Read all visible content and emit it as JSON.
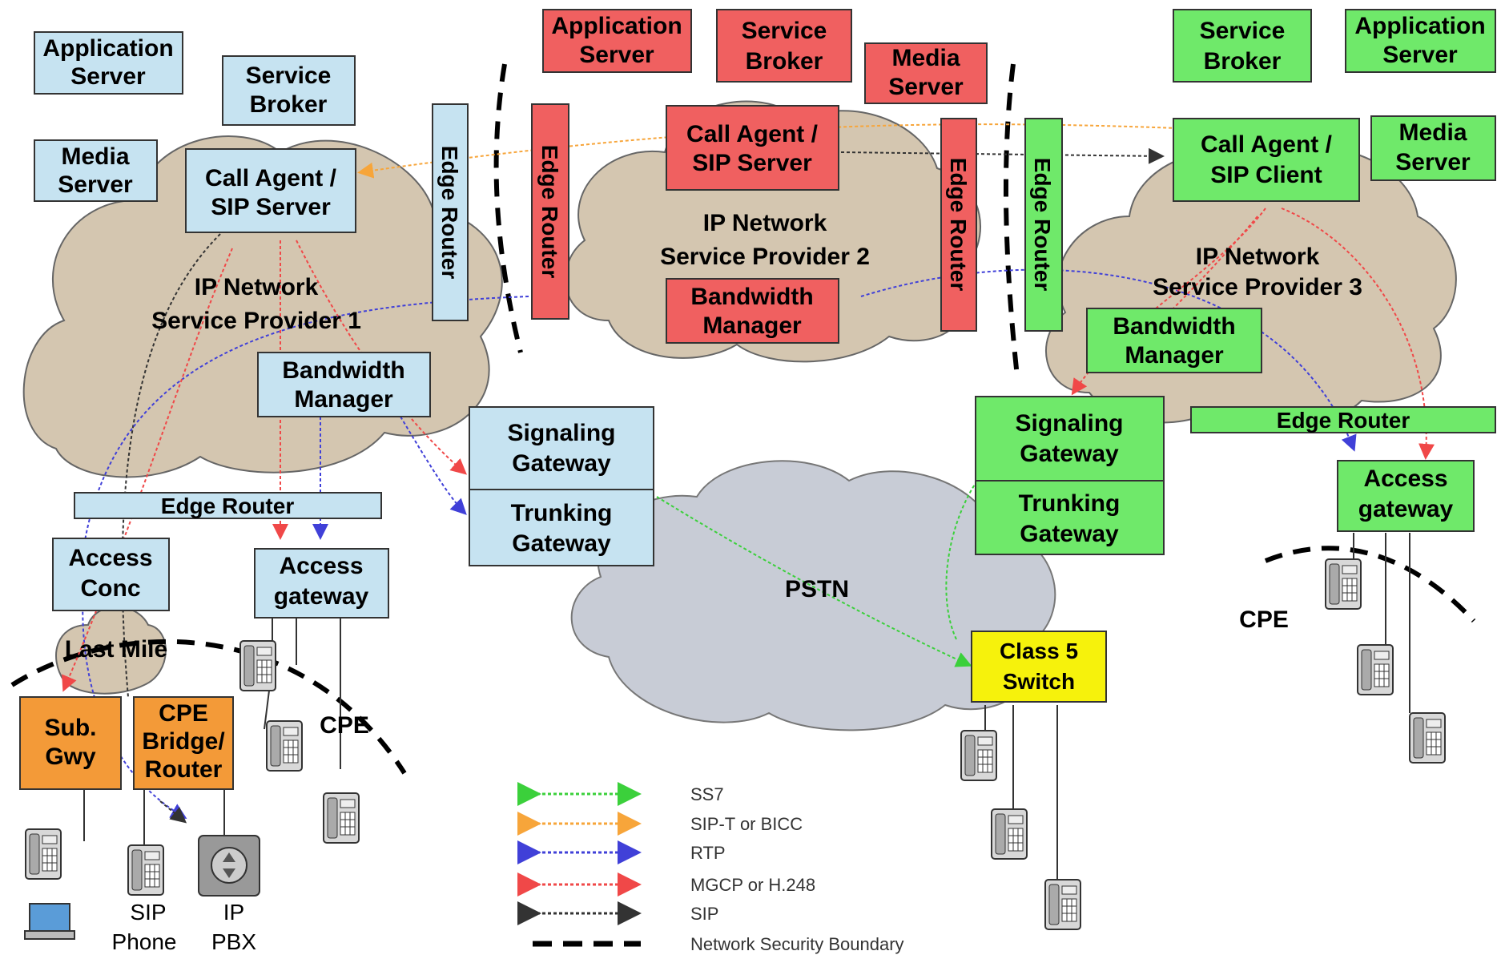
{
  "colors": {
    "blue_box": "#c6e3f1",
    "red_box": "#f06060",
    "green_box": "#6fe96a",
    "orange_box": "#f39a38",
    "yellow_box": "#f6f20c",
    "cloud": "#d4c6b0",
    "pstn": "#c8ccd6",
    "ss7": "#3bd03b",
    "sip_t": "#f7a53a",
    "rtp": "#4040d8",
    "mgcp": "#f04848",
    "sip": "#333333"
  },
  "sp1": {
    "app_server": [
      "Application",
      "Server"
    ],
    "service_broker": [
      "Service",
      "Broker"
    ],
    "media_server": [
      "Media",
      "Server"
    ],
    "call_agent": [
      "Call Agent /",
      "SIP Server"
    ],
    "network": [
      "IP Network",
      "Service Provider 1"
    ],
    "bandwidth_manager": [
      "Bandwidth",
      "Manager"
    ],
    "edge_router_v": "Edge Router",
    "edge_router_h": "Edge Router",
    "access_conc": [
      "Access",
      "Conc"
    ],
    "access_gateway": [
      "Access",
      "gateway"
    ],
    "last_mile": "Last Mile",
    "sub_gwy": [
      "Sub.",
      "Gwy"
    ],
    "cpe_bridge": [
      "CPE",
      "Bridge/",
      "Router"
    ],
    "cpe": "CPE",
    "sip_phone": [
      "SIP",
      "Phone"
    ],
    "ip_pbx": [
      "IP",
      "PBX"
    ]
  },
  "sp2": {
    "app_server": [
      "Application",
      "Server"
    ],
    "service_broker": [
      "Service",
      "Broker"
    ],
    "media_server": [
      "Media",
      "Server"
    ],
    "call_agent": [
      "Call Agent /",
      "SIP Server"
    ],
    "network": [
      "IP Network",
      "Service Provider 2"
    ],
    "bandwidth_manager": [
      "Bandwidth",
      "Manager"
    ],
    "edge_router_left": "Edge Router",
    "edge_router_right": "Edge Router"
  },
  "sp3": {
    "service_broker": [
      "Service",
      "Broker"
    ],
    "app_server": [
      "Application",
      "Server"
    ],
    "media_server": [
      "Media",
      "Server"
    ],
    "call_agent": [
      "Call Agent /",
      "SIP Client"
    ],
    "network": [
      "IP Network",
      "Service Provider 3"
    ],
    "bandwidth_manager": [
      "Bandwidth",
      "Manager"
    ],
    "edge_router_v": "Edge Router",
    "edge_router_h": "Edge Router",
    "access_gateway": [
      "Access",
      "gateway"
    ],
    "cpe": "CPE"
  },
  "center": {
    "signaling_gateway": [
      "Signaling",
      "Gateway"
    ],
    "trunking_gateway": [
      "Trunking",
      "Gateway"
    ],
    "pstn": "PSTN"
  },
  "right_center": {
    "signaling_gateway": [
      "Signaling",
      "Gateway"
    ],
    "trunking_gateway": [
      "Trunking",
      "Gateway"
    ],
    "class5": [
      "Class 5",
      "Switch"
    ]
  },
  "legend": [
    {
      "label": "SS7",
      "color": "#3bd03b"
    },
    {
      "label": "SIP-T or BICC",
      "color": "#f7a53a"
    },
    {
      "label": "RTP",
      "color": "#4040d8"
    },
    {
      "label": "MGCP or H.248",
      "color": "#f04848"
    },
    {
      "label": "SIP",
      "color": "#333333"
    },
    {
      "label": "Network Security Boundary",
      "color": "#000000"
    }
  ]
}
